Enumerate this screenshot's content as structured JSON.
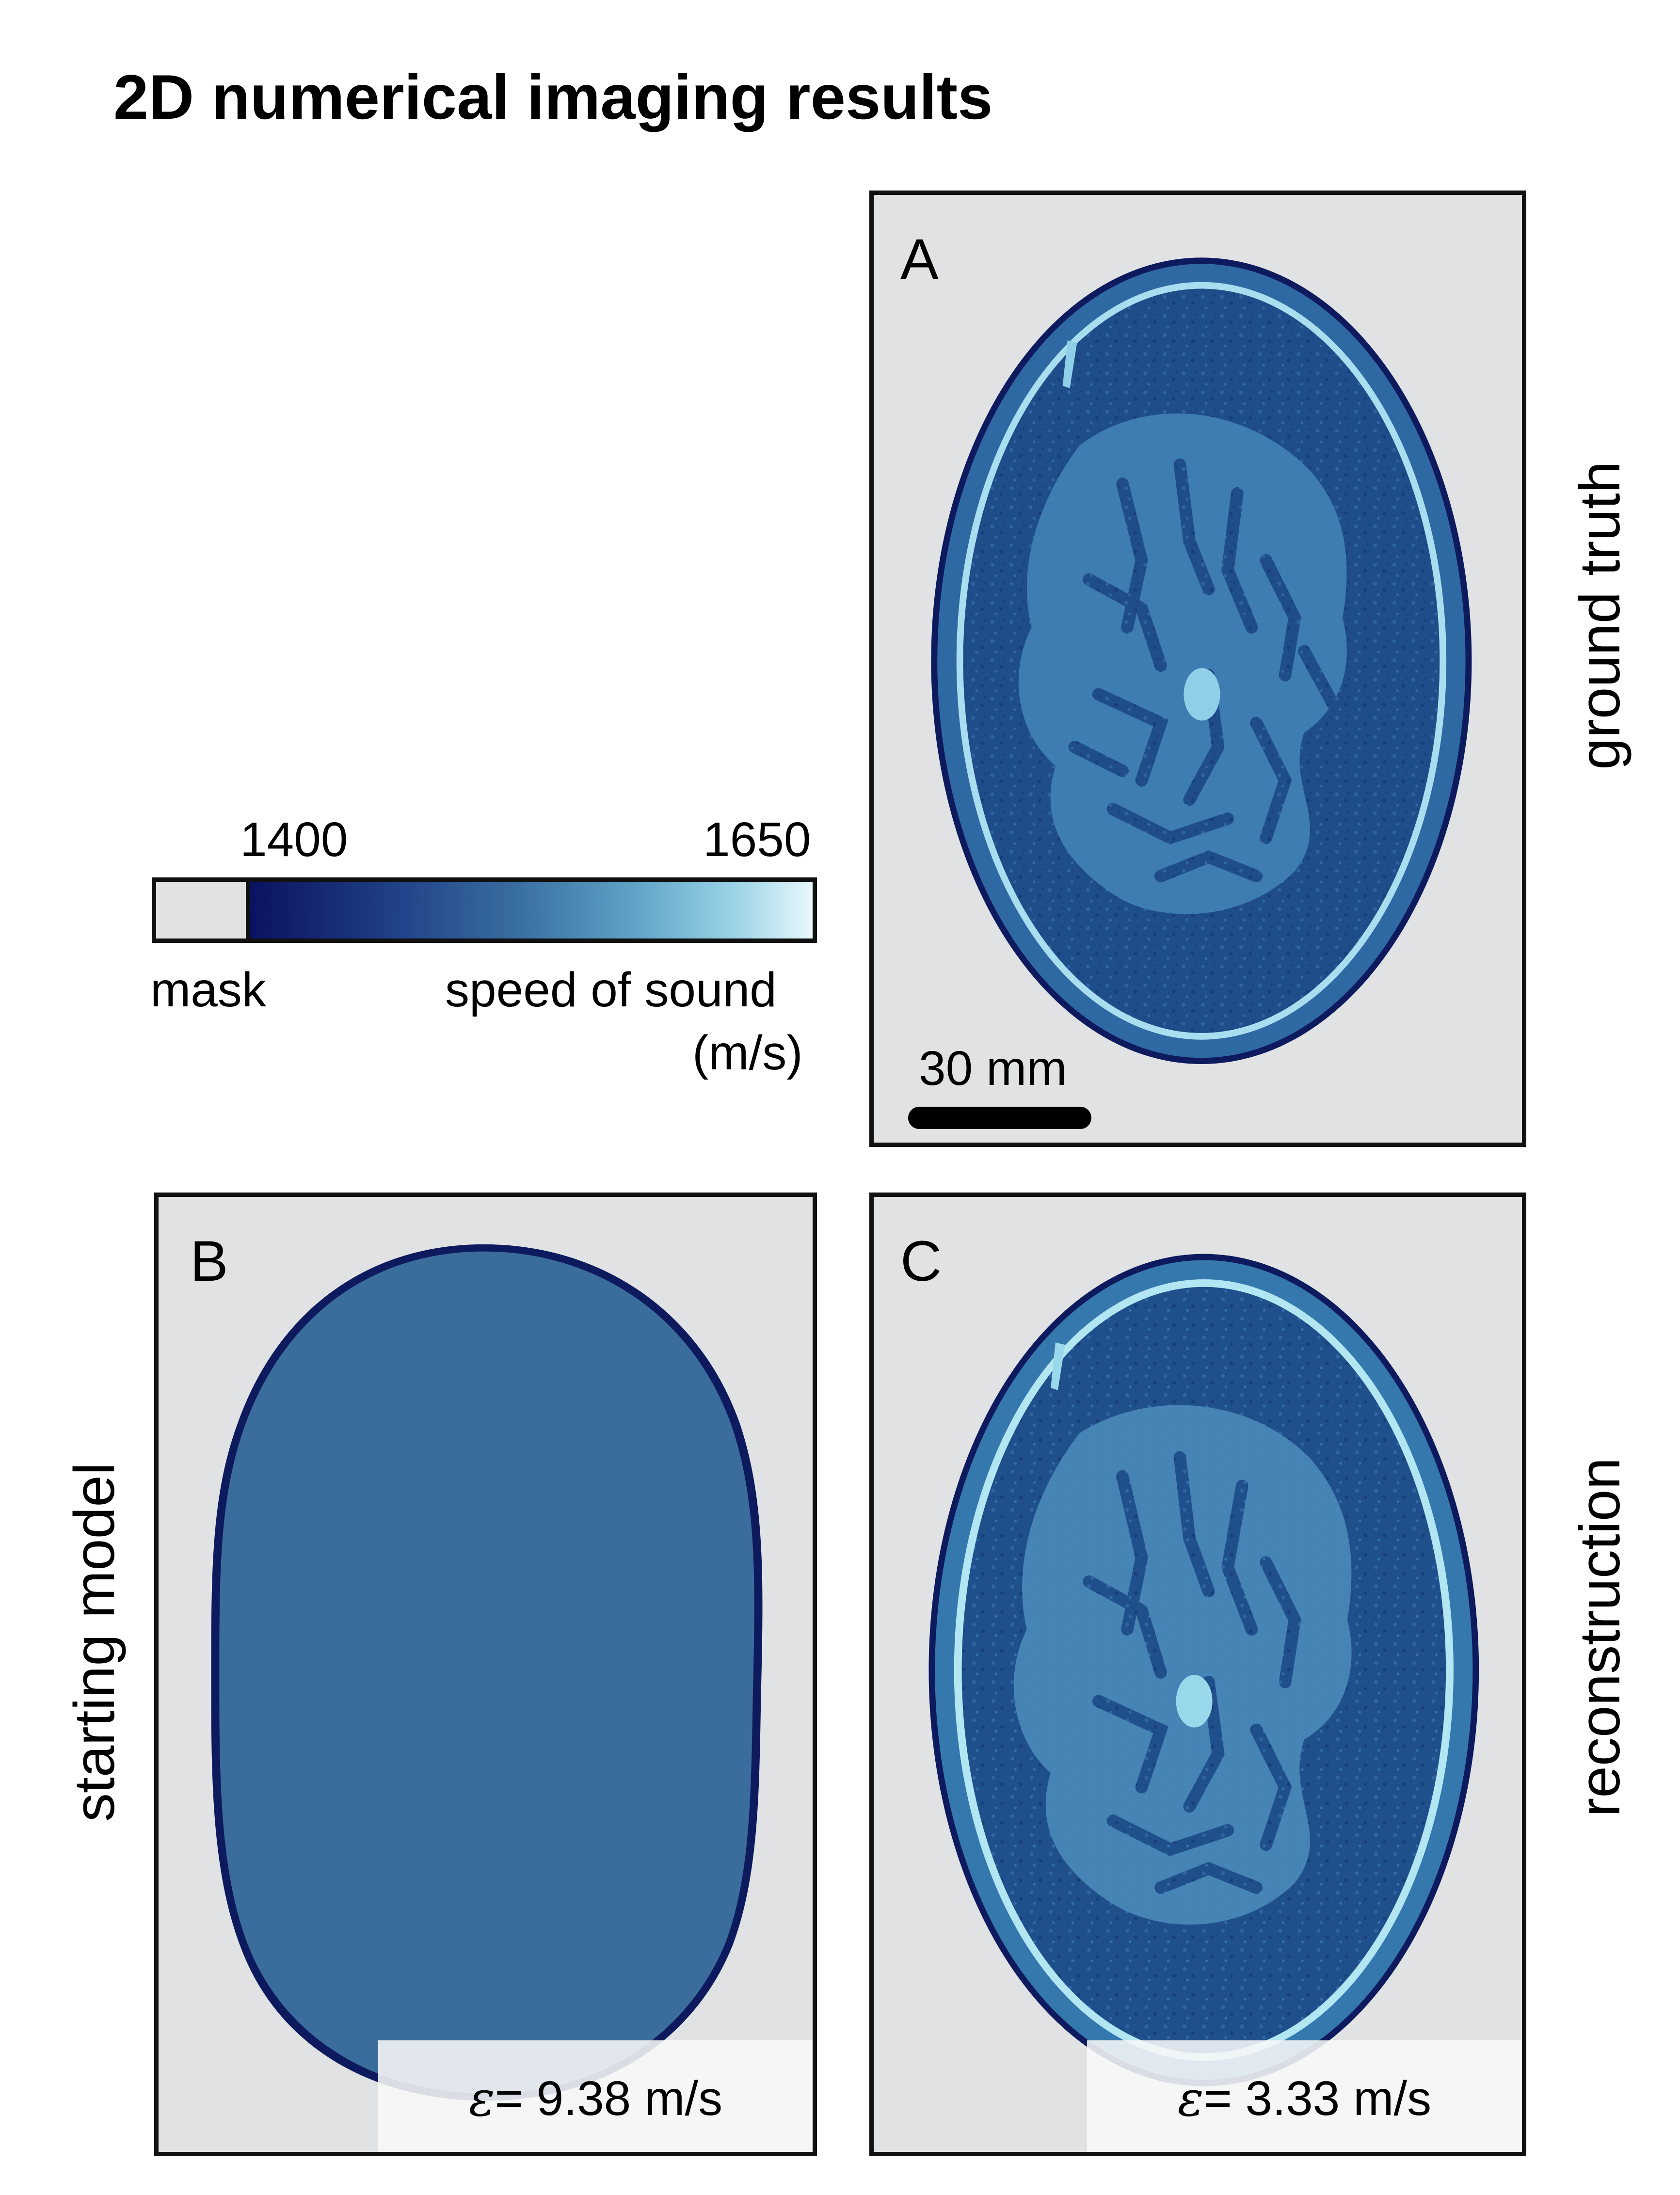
{
  "title": "2D numerical imaging results",
  "colorbar": {
    "min_label": "1400",
    "max_label": "1650",
    "mask_label": "mask",
    "quantity_label": "speed of sound",
    "unit_label": "(m/s)",
    "colors": [
      "#0b1161",
      "#1f3f87",
      "#3a6fa2",
      "#5ea3c6",
      "#9bd3e6",
      "#e9f8fb"
    ],
    "mask_color": "#e1e2e4"
  },
  "panels": {
    "a": {
      "letter": "A",
      "side_label": "ground truth",
      "scale_label": "30 mm"
    },
    "b": {
      "letter": "B",
      "side_label": "starting model",
      "error_symbol": "ε",
      "error_text": " = 9.38 m/s"
    },
    "c": {
      "letter": "C",
      "side_label": "reconstruction",
      "error_symbol": "ε",
      "error_text": " = 3.33 m/s"
    }
  }
}
